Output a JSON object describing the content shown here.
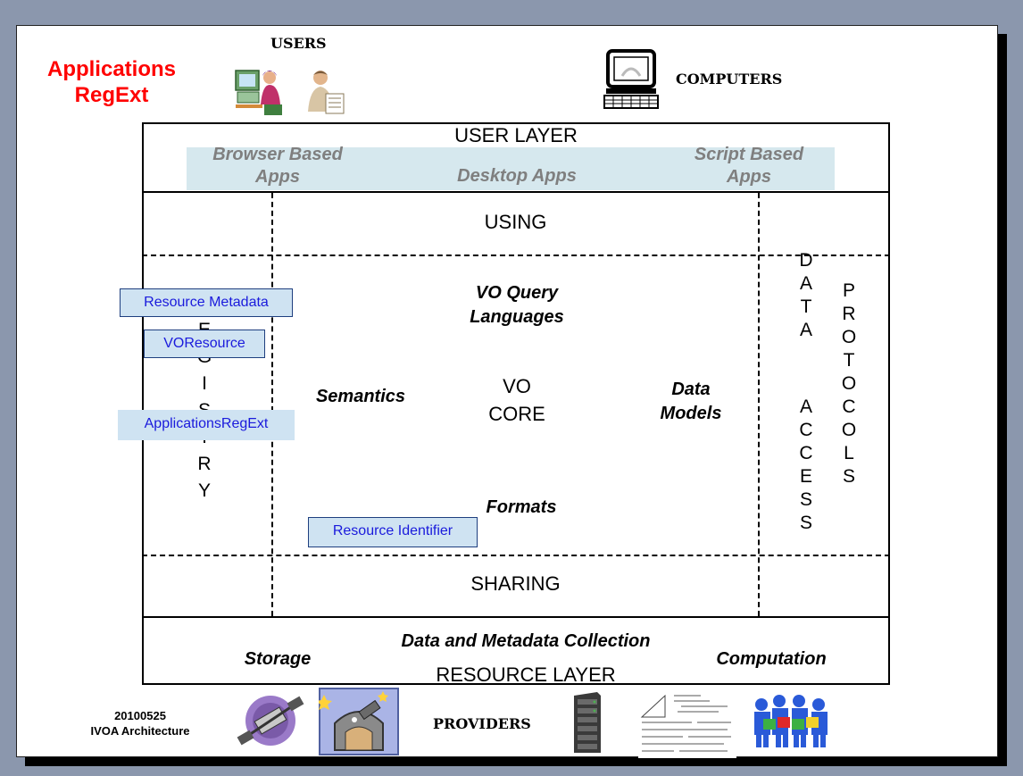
{
  "header": {
    "app_title_line1": "Applications",
    "app_title_line2": "RegExt",
    "users_label": "USERS",
    "computers_label": "COMPUTERS"
  },
  "user_layer": {
    "title": "USER LAYER",
    "browser_line1": "Browser Based",
    "browser_line2": "Apps",
    "desktop": "Desktop Apps",
    "script_line1": "Script Based",
    "script_line2": "Apps"
  },
  "core": {
    "using": "USING",
    "sharing": "SHARING",
    "query_line1": "VO Query",
    "query_line2": "Languages",
    "semantics": "Semantics",
    "vo_core_line1": "VO",
    "vo_core_line2": "CORE",
    "data_models_line1": "Data",
    "data_models_line2": "Models",
    "formats": "Formats"
  },
  "registry": {
    "letters": [
      "R",
      "E",
      "G",
      "I",
      "S",
      "T",
      "R",
      "Y"
    ]
  },
  "data_access": {
    "data_letters": [
      "D",
      "A",
      "T",
      "A"
    ],
    "access_letters": [
      "A",
      "C",
      "C",
      "E",
      "S",
      "S"
    ],
    "protocols_letters": [
      "P",
      "R",
      "O",
      "T",
      "O",
      "C",
      "O",
      "L",
      "S"
    ]
  },
  "tags": {
    "resource_metadata": "Resource Metadata",
    "voresource": "VOResource",
    "applications_regext": "ApplicationsRegExt",
    "resource_identifier": "Resource Identifier"
  },
  "resource_layer": {
    "collection": "Data and Metadata Collection",
    "title": "RESOURCE LAYER",
    "storage": "Storage",
    "computation": "Computation"
  },
  "footer": {
    "date": "20100525",
    "doc": "IVOA Architecture",
    "providers": "PROVIDERS"
  },
  "colors": {
    "app_title": "#ff0000",
    "tag_fill": "#cfe3f2",
    "tag_text": "#1a1adc",
    "band_fill": "#d6e8ee"
  }
}
